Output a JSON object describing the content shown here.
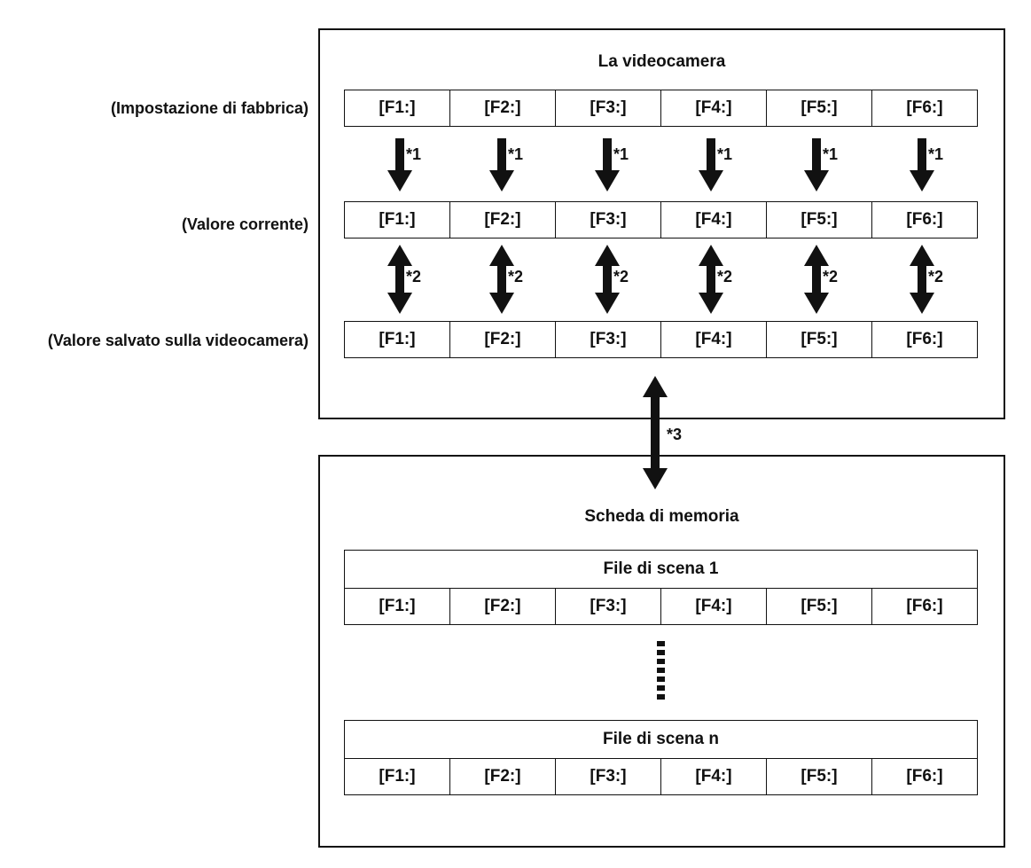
{
  "camera": {
    "title": "La videocamera",
    "rows": [
      {
        "label": "(Impostazione di fabbrica)",
        "cells": [
          "[F1:]",
          "[F2:]",
          "[F3:]",
          "[F4:]",
          "[F5:]",
          "[F6:]"
        ]
      },
      {
        "label": "(Valore corrente)",
        "cells": [
          "[F1:]",
          "[F2:]",
          "[F3:]",
          "[F4:]",
          "[F5:]",
          "[F6:]"
        ]
      },
      {
        "label": "(Valore salvato sulla videocamera)",
        "cells": [
          "[F1:]",
          "[F2:]",
          "[F3:]",
          "[F4:]",
          "[F5:]",
          "[F6:]"
        ]
      }
    ]
  },
  "notes": {
    "n1": "*1",
    "n2": "*2",
    "n3": "*3"
  },
  "memory_card": {
    "title": "Scheda di memoria",
    "files": [
      {
        "name": "File di scena 1",
        "cells": [
          "[F1:]",
          "[F2:]",
          "[F3:]",
          "[F4:]",
          "[F5:]",
          "[F6:]"
        ]
      },
      {
        "name": "File di scena n",
        "cells": [
          "[F1:]",
          "[F2:]",
          "[F3:]",
          "[F4:]",
          "[F5:]",
          "[F6:]"
        ]
      }
    ]
  },
  "colors": {
    "stroke": "#111111",
    "background": "#ffffff"
  }
}
